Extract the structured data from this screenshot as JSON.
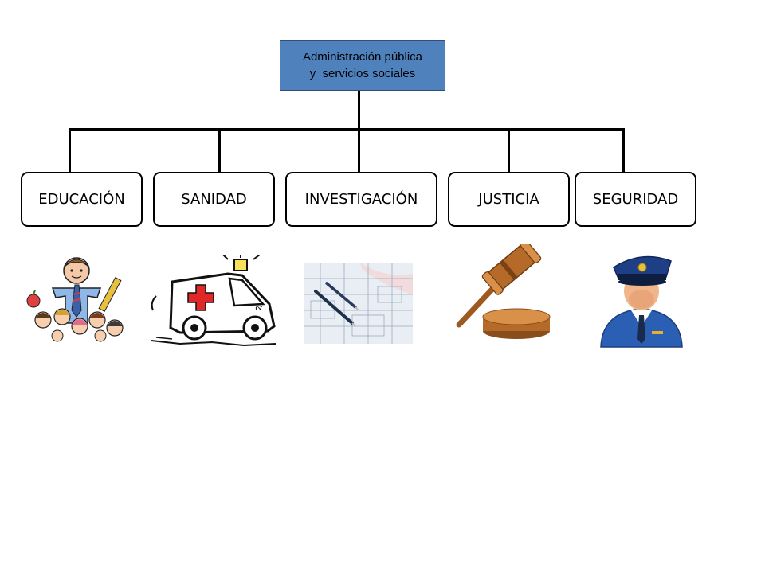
{
  "root": {
    "line1": "Administración pública",
    "line2": "y  servicios sociales",
    "fill": "#4f81bd"
  },
  "categories": [
    {
      "label": "EDUCACIÓN",
      "icon": "children-icon"
    },
    {
      "label": "SANIDAD",
      "icon": "ambulance-icon"
    },
    {
      "label": "INVESTIGACIÓN",
      "icon": "blueprint-icon"
    },
    {
      "label": "JUSTICIA",
      "icon": "gavel-icon"
    },
    {
      "label": "SEGURIDAD",
      "icon": "police-officer-icon"
    }
  ]
}
